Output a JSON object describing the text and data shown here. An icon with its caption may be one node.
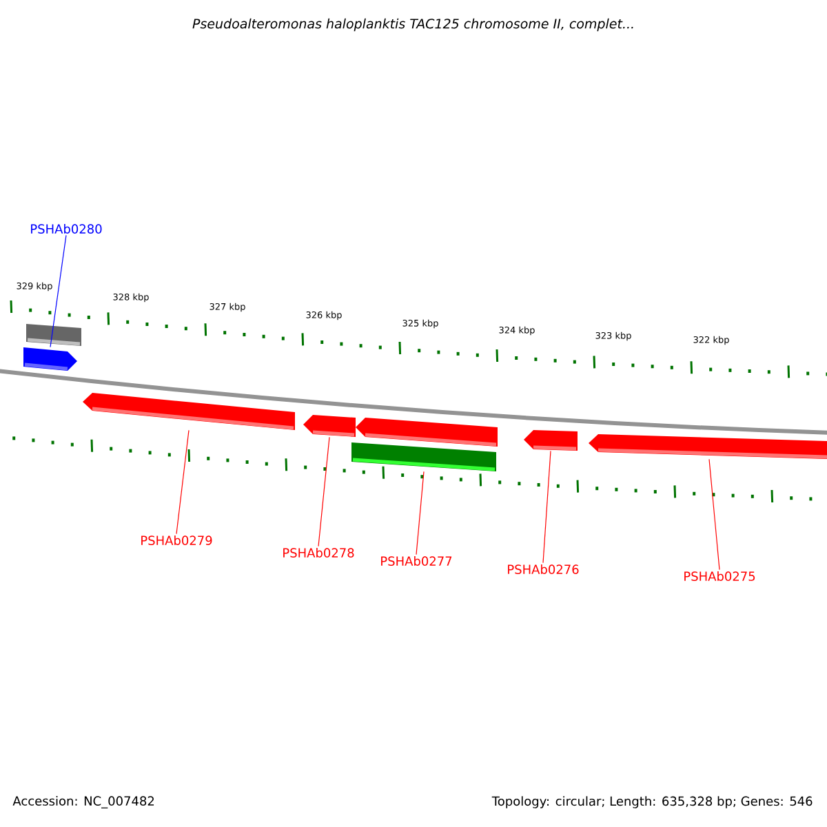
{
  "diagram": {
    "title": "Pseudoalteromonas haloplanktis TAC125 chromosome II, complet...",
    "nodes": [
      {
        "text": [
          "PSHAb0280"
        ]
      },
      {
        "text": [],
        "shape": "bar"
      },
      {
        "text": [],
        "shape": "arrow"
      },
      {
        "text": [],
        "shape": "arrow"
      },
      {
        "text": [],
        "shape": "arrow"
      },
      {
        "text": [],
        "shape": "arrow"
      },
      {
        "text": [],
        "shape": "bar"
      },
      {
        "text": [],
        "shape": "arrow"
      },
      {
        "text": [],
        "shape": "arrow"
      },
      {
        "text": [
          "PSHAb0279"
        ]
      },
      {
        "text": [
          "PSHAb0278"
        ]
      },
      {
        "text": [
          "PSHAb0277"
        ]
      },
      {
        "text": [
          "PSHAb0276"
        ]
      },
      {
        "text": [
          "PSHAb0275"
        ]
      }
    ],
    "edges": [
      {
        "from": 0,
        "to": 2,
        "arrow": "none",
        "color": "#0000ff"
      },
      {
        "from": 9,
        "to": 3,
        "arrow": "none"
      },
      {
        "from": 10,
        "to": 4,
        "arrow": "none"
      },
      {
        "from": 11,
        "to": 6,
        "arrow": "none"
      },
      {
        "from": 12,
        "to": 7,
        "arrow": "none"
      },
      {
        "from": 13,
        "to": 8,
        "arrow": "none"
      }
    ],
    "labels": [
      "329 kbp",
      "328 kbp",
      "327 kbp",
      "326 kbp",
      "325 kbp",
      "324 kbp",
      "323 kbp",
      "322 kbp",
      "Accession: NC_007482",
      "Topology: circular; Length: 635,328 bp; Genes: 546"
    ]
  }
}
